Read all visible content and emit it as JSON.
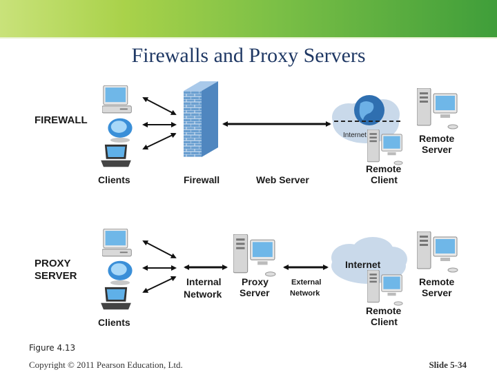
{
  "slide": {
    "title": "Firewalls and Proxy Servers",
    "caption": "Figure 4.13",
    "copyright": "Copyright © 2011 Pearson Education, Ltd.",
    "slide_number": "Slide 5-34"
  },
  "firewall_diagram": {
    "section_label": "FIREWALL",
    "clients_label": "Clients",
    "firewall_label": "Firewall",
    "web_server_label": "Web Server",
    "internet_label": "Internet",
    "remote_client_label_1": "Remote",
    "remote_client_label_2": "Client",
    "remote_server_label_1": "Remote",
    "remote_server_label_2": "Server"
  },
  "proxy_diagram": {
    "section_label_1": "PROXY",
    "section_label_2": "SERVER",
    "clients_label": "Clients",
    "internal_network_label_1": "Internal",
    "internal_network_label_2": "Network",
    "proxy_server_label_1": "Proxy",
    "proxy_server_label_2": "Server",
    "external_network_label_1": "External",
    "external_network_label_2": "Network",
    "internet_label": "Internet",
    "remote_client_label_1": "Remote",
    "remote_client_label_2": "Client",
    "remote_server_label_1": "Remote",
    "remote_server_label_2": "Server"
  },
  "colors": {
    "banner_start": "#c9e27a",
    "banner_end": "#3f9e3a",
    "title": "#1f3864",
    "cloud": "#c9d9ea",
    "wall": "#6a9fd0"
  }
}
